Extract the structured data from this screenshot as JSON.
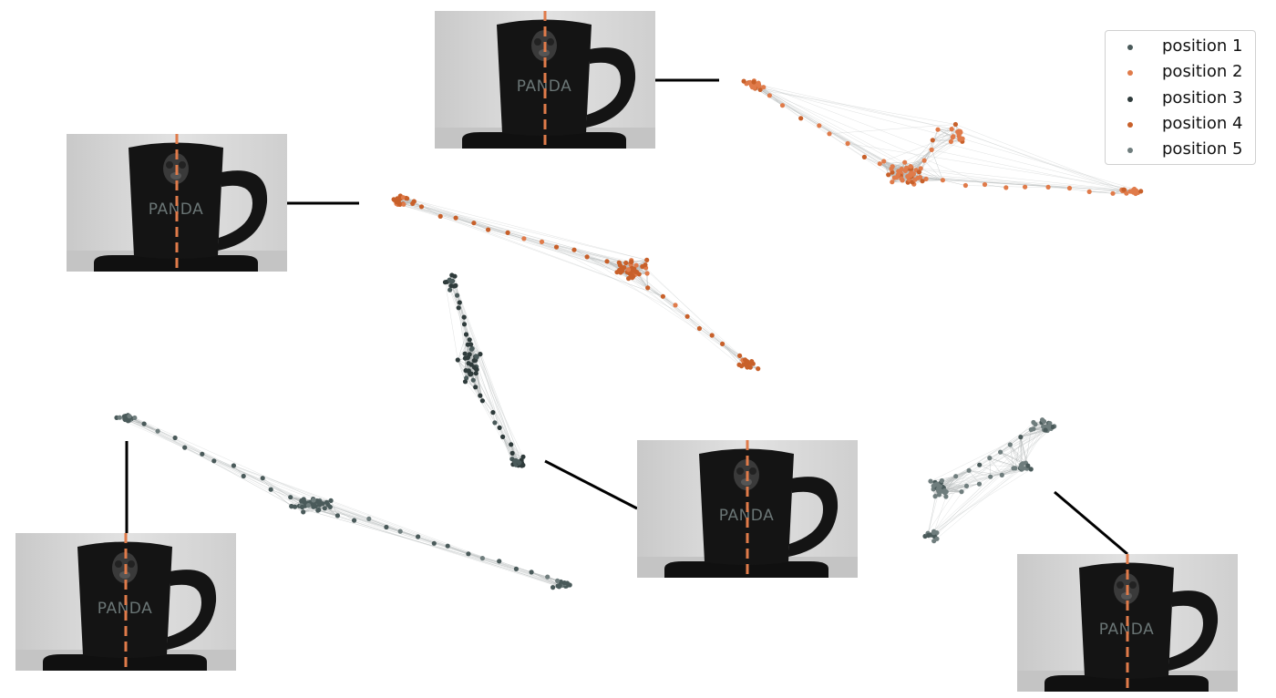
{
  "legend": {
    "items": [
      {
        "label": "position 1",
        "color": "#4a5a5a"
      },
      {
        "label": "position 2",
        "color": "#e07b4a"
      },
      {
        "label": "position 3",
        "color": "#2f3b3b"
      },
      {
        "label": "position 4",
        "color": "#c8602a"
      },
      {
        "label": "position 5",
        "color": "#6f7d7d"
      }
    ]
  },
  "mug": {
    "brand_text": "PANDA",
    "axis_color": "#e07b4a"
  },
  "colors": {
    "edge": "#b8bcbc",
    "connector": "#000000",
    "mug_body": "#151515",
    "photo_background": "#d6d6d6"
  }
}
